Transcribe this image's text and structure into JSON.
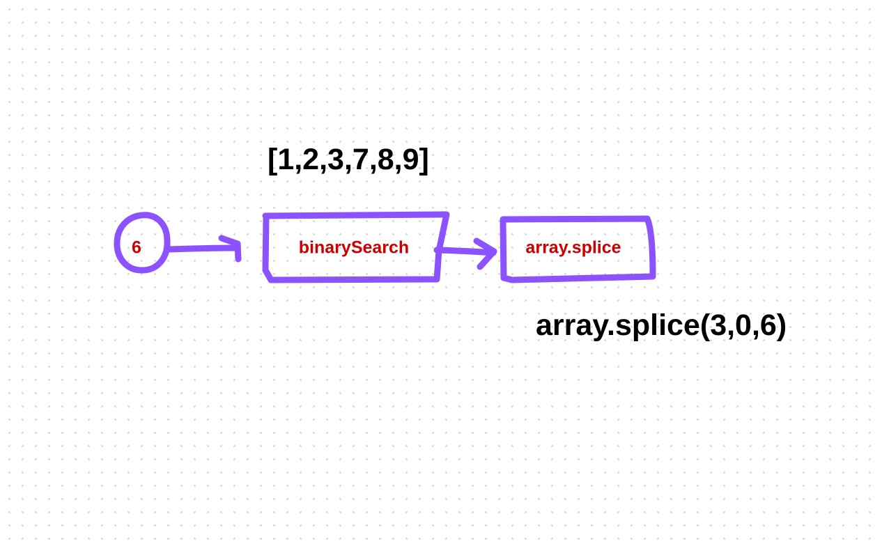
{
  "colors": {
    "stroke": "#8c52ff",
    "node_text": "#cc0000",
    "caption_text": "#000000"
  },
  "input_value": "6",
  "steps": [
    "binarySearch",
    "array.splice"
  ],
  "array_label": "[1,2,3,7,8,9]",
  "splice_call": "array.splice(3,0,6)"
}
